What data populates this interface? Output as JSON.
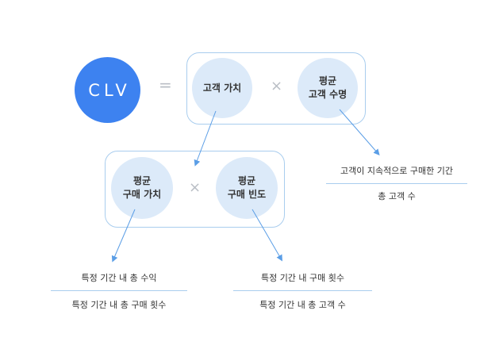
{
  "formula": {
    "clv": "CLV",
    "equals": "=",
    "times": "×",
    "customer_value": "고객 가치",
    "lifespan_line1": "평균",
    "lifespan_line2": "고객 수명",
    "avg_purchase_value_line1": "평균",
    "avg_purchase_value_line2": "구매 가치",
    "avg_frequency_line1": "평균",
    "avg_frequency_line2": "구매 빈도"
  },
  "fractions": {
    "lifespan": {
      "numerator": "고객이 지속적으로 구매한 기간",
      "denominator": "총 고객 수"
    },
    "purchase_value": {
      "numerator": "특정 기간 내 총 수익",
      "denominator": "특정 기간 내 총 구매 횟수"
    },
    "frequency": {
      "numerator": "특정 기간 내 구매 횟수",
      "denominator": "특정 기간 내 총 고객 수"
    }
  },
  "colors": {
    "clv_circle": "#3d82f0",
    "bubble": "#dceaf9",
    "box_border": "#a9cdee",
    "arrow": "#5b9ee6",
    "operator": "#b9bec5"
  }
}
